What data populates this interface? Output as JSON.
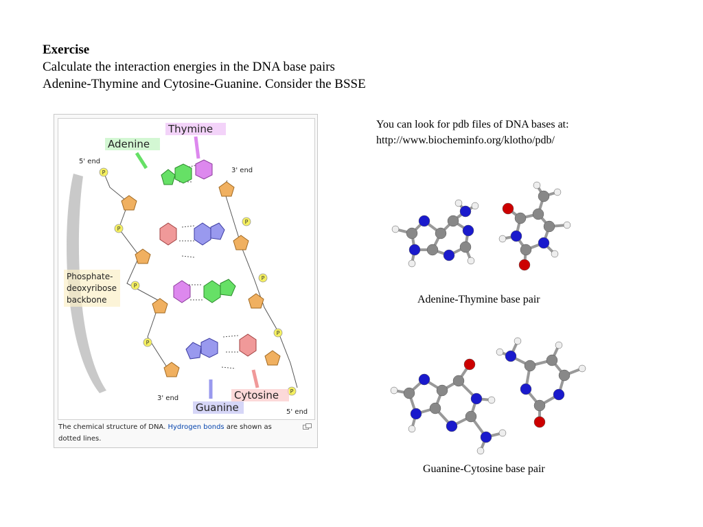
{
  "heading": {
    "title": "Exercise",
    "line1": "Calculate the interaction energies in the DNA base pairs",
    "line2": "Adenine-Thymine and Cytosine-Guanine. Consider the BSSE"
  },
  "note": {
    "line1": "You can look for pdb files of DNA bases at:",
    "line2": "http://www.biocheminfo.org/klotho/pdb/"
  },
  "figure": {
    "labels": {
      "adenine": "Adenine",
      "thymine": "Thymine",
      "guanine": "Guanine",
      "cytosine": "Cytosine",
      "five_end_top": "5' end",
      "three_end_top": "3' end",
      "three_end_bottom": "3' end",
      "five_end_bottom": "5' end",
      "backbone1": "Phosphate-",
      "backbone2": "deoxyribose",
      "backbone3": "backbone"
    },
    "caption_pre": "The chemical structure of DNA. ",
    "caption_link": "Hydrogen bonds",
    "caption_post": " are shown as dotted lines."
  },
  "at_caption": "Adenine-Thymine base pair",
  "gc_caption": "Guanine-Cytosine base pair",
  "colors": {
    "adenine": "#66e066",
    "thymine": "#dd88ee",
    "guanine": "#9999ee",
    "cytosine": "#f09999",
    "sugar": "#f0b060",
    "phosphate": "#f5f060",
    "carbon": "#888888",
    "nitrogen": "#1a1acc",
    "oxygen": "#cc0000",
    "hydrogen": "#eeeeee"
  }
}
